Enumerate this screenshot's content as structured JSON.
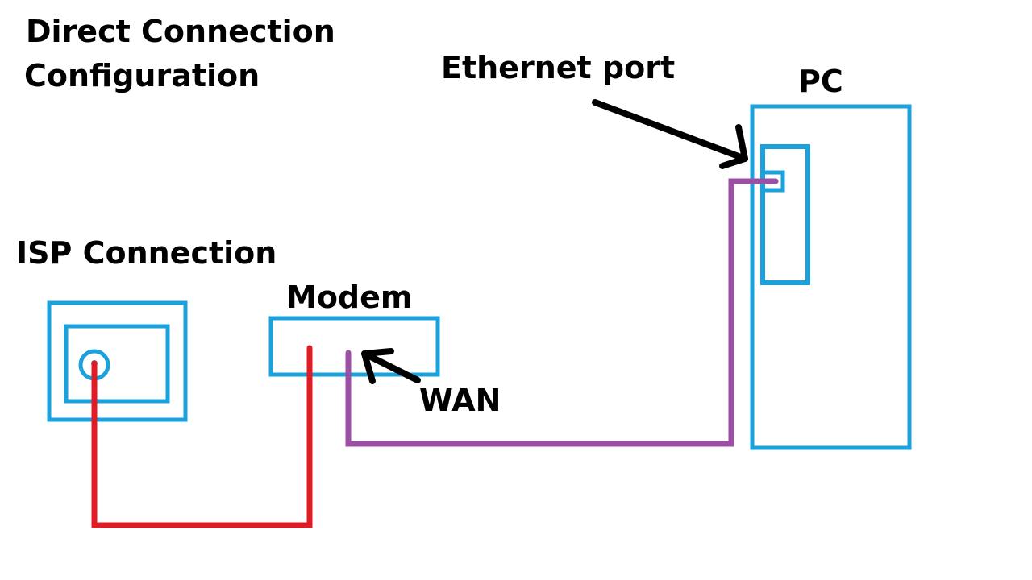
{
  "title": [
    "Direct Connection",
    "Configuration"
  ],
  "labels": {
    "isp": "ISP Connection",
    "modem": "Modem",
    "wan": "WAN",
    "ethernet_port": "Ethernet port",
    "pc": "PC"
  },
  "colors": {
    "device_outline": "#1ba1dc",
    "isp_cable": "#e01b24",
    "ethernet_cable": "#9b4fa5",
    "arrow": "#000000",
    "text": "#000000",
    "background": "#ffffff"
  }
}
